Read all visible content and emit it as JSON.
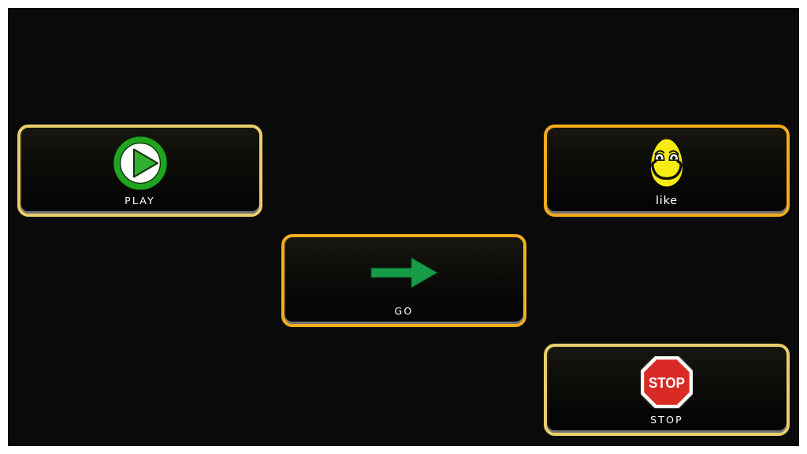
{
  "screen": {
    "background_color": "#0a0a0a",
    "frame_color": "#ffffff"
  },
  "buttons": {
    "play": {
      "label": "PLAY",
      "icon": "play-icon",
      "border_color": "#e9ce6c"
    },
    "like": {
      "label": "like",
      "icon": "smiley-egg-icon",
      "border_color": "#f3ab1c"
    },
    "go": {
      "label": "GO",
      "icon": "green-right-arrow-icon",
      "border_color": "#f4ae1e"
    },
    "stop": {
      "label": "STOP",
      "icon": "stop-sign-icon",
      "border_color": "#e9ce6c",
      "sign_text": "STOP"
    }
  },
  "colors": {
    "play_green": "#1fa51f",
    "play_triangle_green": "#2fae2f",
    "arrow_green": "#169c47",
    "smiley_yellow": "#f7ec13",
    "stop_red": "#da2a25",
    "label_text": "#ffffff"
  }
}
